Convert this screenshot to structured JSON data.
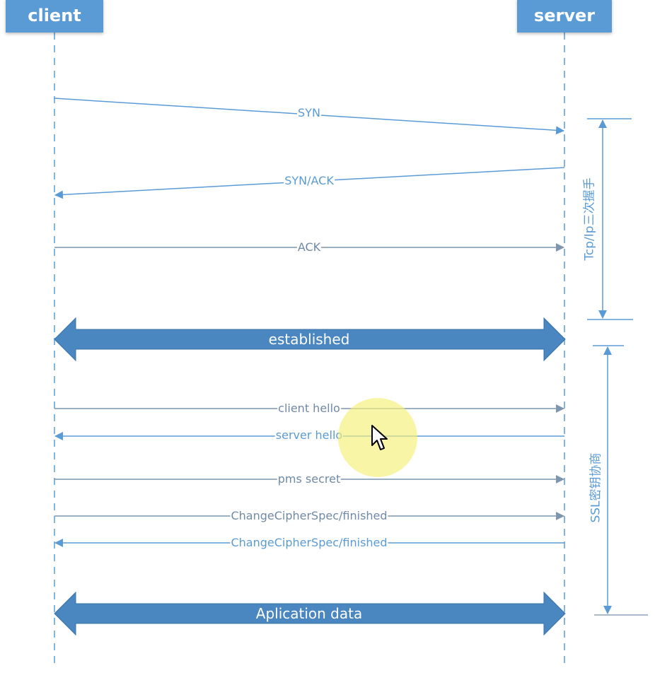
{
  "participants": {
    "client": "client",
    "server": "server"
  },
  "messages": [
    {
      "id": "syn",
      "label": "SYN",
      "direction": "client-to-server"
    },
    {
      "id": "syn-ack",
      "label": "SYN/ACK",
      "direction": "server-to-client"
    },
    {
      "id": "ack",
      "label": "ACK",
      "direction": "client-to-server"
    },
    {
      "id": "established",
      "label": "established",
      "direction": "both"
    },
    {
      "id": "client-hello",
      "label": "client hello",
      "direction": "client-to-server"
    },
    {
      "id": "server-hello",
      "label": "server hello",
      "direction": "server-to-client"
    },
    {
      "id": "pms-secret",
      "label": "pms secret",
      "direction": "client-to-server"
    },
    {
      "id": "ccs-client",
      "label": "ChangeCipherSpec/finished",
      "direction": "client-to-server"
    },
    {
      "id": "ccs-server",
      "label": "ChangeCipherSpec/finished",
      "direction": "server-to-client"
    },
    {
      "id": "app-data",
      "label": "Aplication data",
      "direction": "both"
    }
  ],
  "spans": {
    "tcp": "Tcp/Ip三次握手",
    "ssl": "SSL密钥协商"
  },
  "colors": {
    "accent": "#5b9bd5",
    "band": "#4a86c0",
    "grey_line": "#8ea3b8"
  },
  "cursor": {
    "icon": "mouse-pointer-icon"
  }
}
